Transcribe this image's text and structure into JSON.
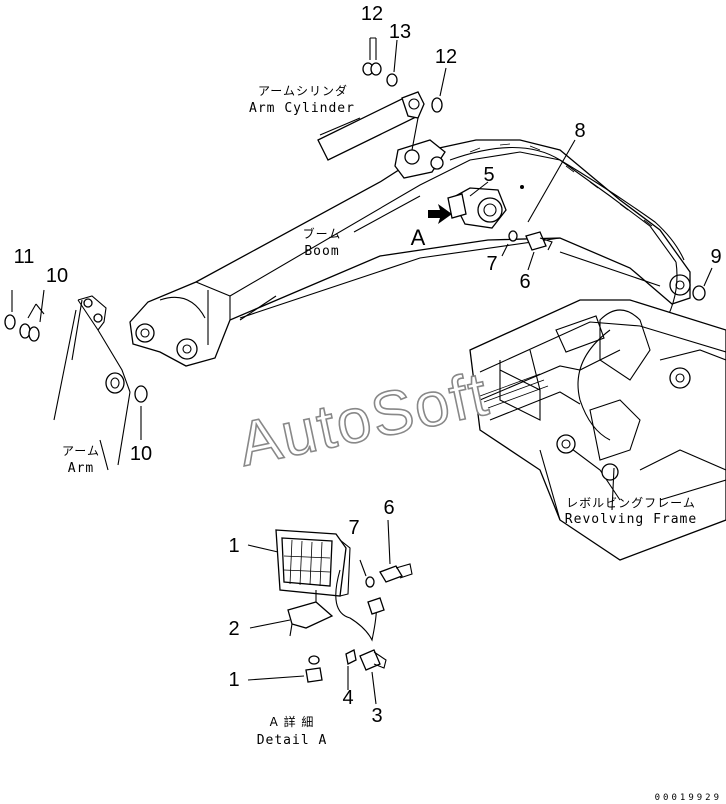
{
  "callouts": {
    "c12a": "12",
    "c13": "13",
    "c12b": "12",
    "c8": "8",
    "c5": "5",
    "c7a": "7",
    "c6a": "6",
    "c9": "9",
    "c11": "11",
    "c10a": "10",
    "c10b": "10",
    "c1a": "1",
    "c2": "2",
    "c1b": "1",
    "c7b": "7",
    "c6b": "6",
    "c4": "4",
    "c3": "3"
  },
  "labels": {
    "arm_cylinder_jp": "アームシリンダ",
    "arm_cylinder_en": "Arm Cylinder",
    "boom_jp": "ブーム",
    "boom_en": "Boom",
    "arm_jp": "アーム",
    "arm_en": "Arm",
    "revolving_frame_jp": "レボルビングフレーム",
    "revolving_frame_en": "Revolving Frame",
    "detail_jp": "A 詳 細",
    "detail_en": "Detail A",
    "view_arrow": "A"
  },
  "watermark": "AutoSoft",
  "document_number": "00019929"
}
